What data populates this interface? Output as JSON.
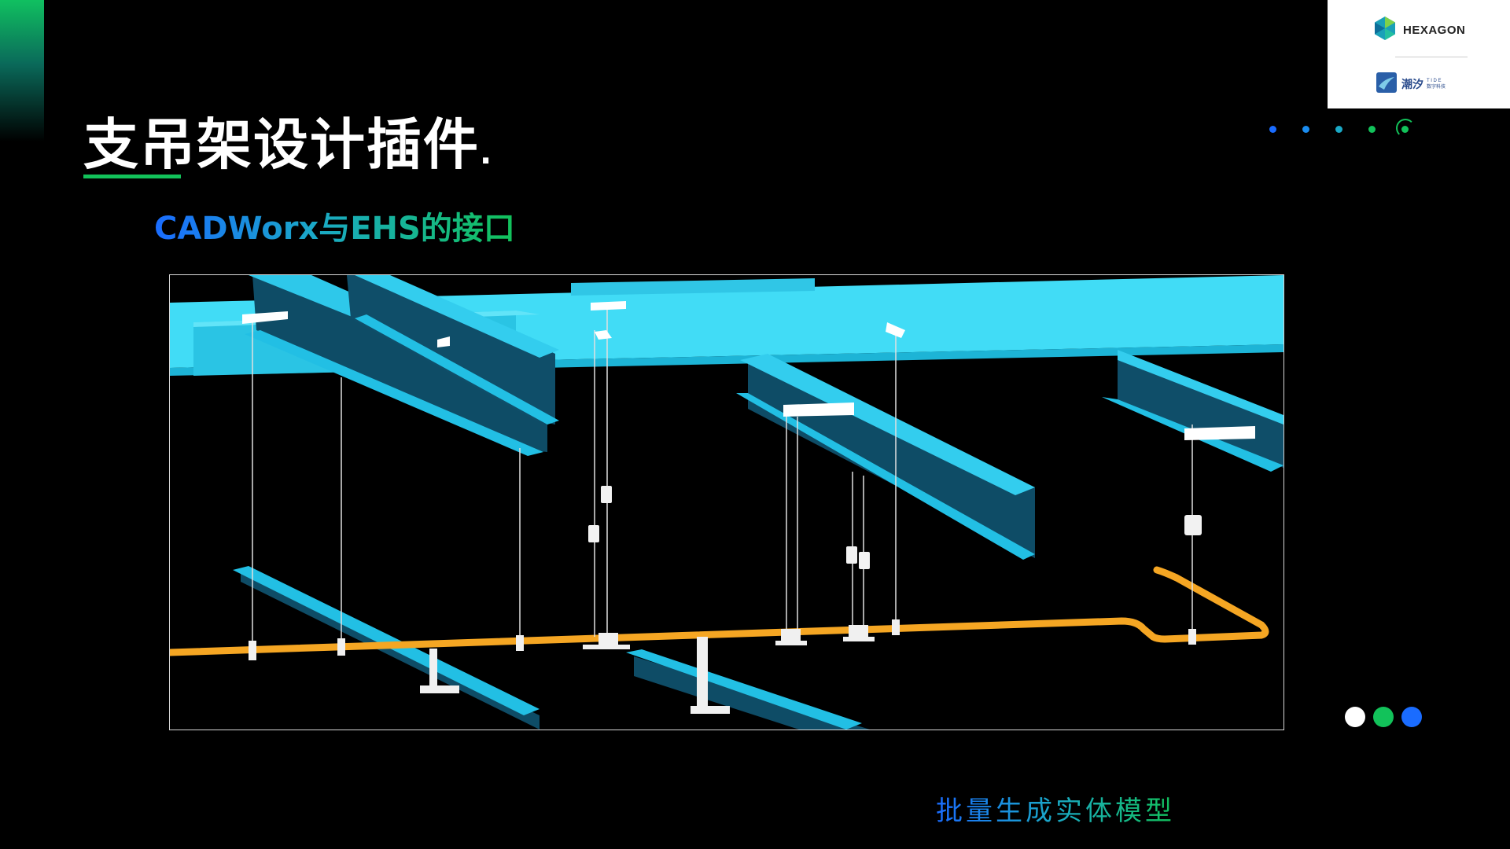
{
  "slide": {
    "title": "支吊架设计插件",
    "title_punct": ".",
    "subtitle": "CADWorx与EHS的接口",
    "caption": "批量生成实体模型",
    "colors": {
      "background": "#000000",
      "accent_green": "#12c25a",
      "accent_blue": "#1a6cff",
      "steel": "#3ed8f4",
      "steel_dark": "#0a4a66",
      "pipe": "#f5a623"
    }
  },
  "logos": {
    "hexagon": {
      "text": "HEXAGON",
      "icon": "hexagon-logo-icon"
    },
    "tide": {
      "text": "潮汐",
      "sub_top": "T I D E",
      "sub_bottom": "数字科技",
      "icon": "tide-logo-icon"
    }
  },
  "progress_dots": {
    "count": 5,
    "active_index": 4,
    "colors": [
      "#1a6cff",
      "#1a8cf0",
      "#1aa9c6",
      "#12c25a",
      "#12c25a"
    ]
  },
  "nav_dots": {
    "colors": [
      "#ffffff",
      "#12c25a",
      "#1a6cff"
    ],
    "icons": [
      "nav-dot-white",
      "nav-dot-green",
      "nav-dot-blue"
    ]
  },
  "viewport": {
    "content": "3d-model-render",
    "icon": "cad-viewport"
  }
}
